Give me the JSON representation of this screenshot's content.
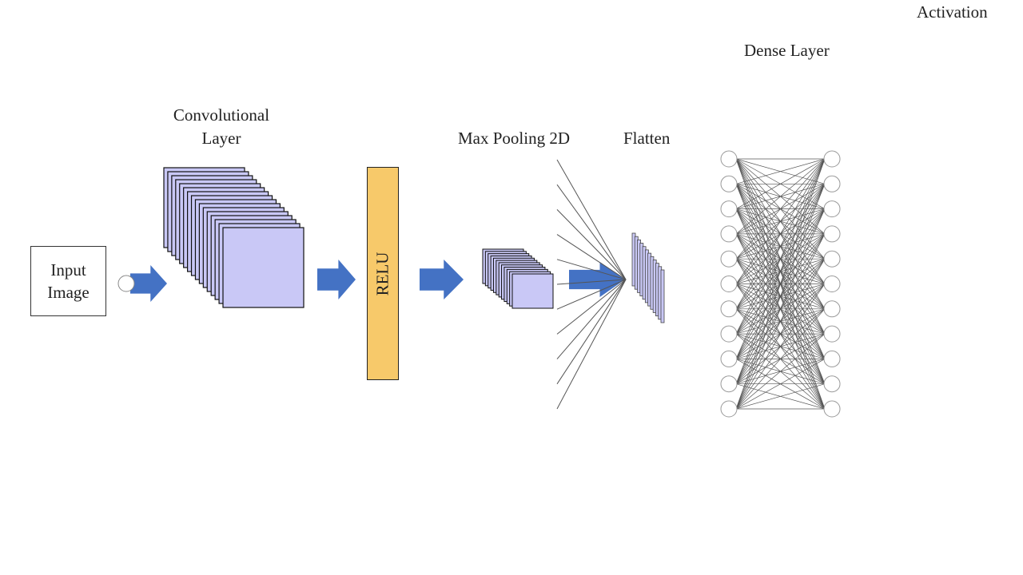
{
  "labels": {
    "activation": "Activation",
    "dense_layer": "Dense Layer",
    "conv_line1": "Convolutional",
    "conv_line2": "Layer",
    "max_pooling": "Max Pooling 2D",
    "flatten": "Flatten",
    "input_line1": "Input",
    "input_line2": "Image",
    "relu": "RELU"
  },
  "colors": {
    "arrow": "#4472c4",
    "feature_map": "#c9c8f6",
    "relu": "#f7c96a",
    "line": "#555555"
  },
  "dense": {
    "input_nodes": 11,
    "output_nodes": 11
  },
  "conv_stack_count": 16,
  "pool_stack_count": 12,
  "flatten_stack_count": 12,
  "fan_line_count": 11
}
